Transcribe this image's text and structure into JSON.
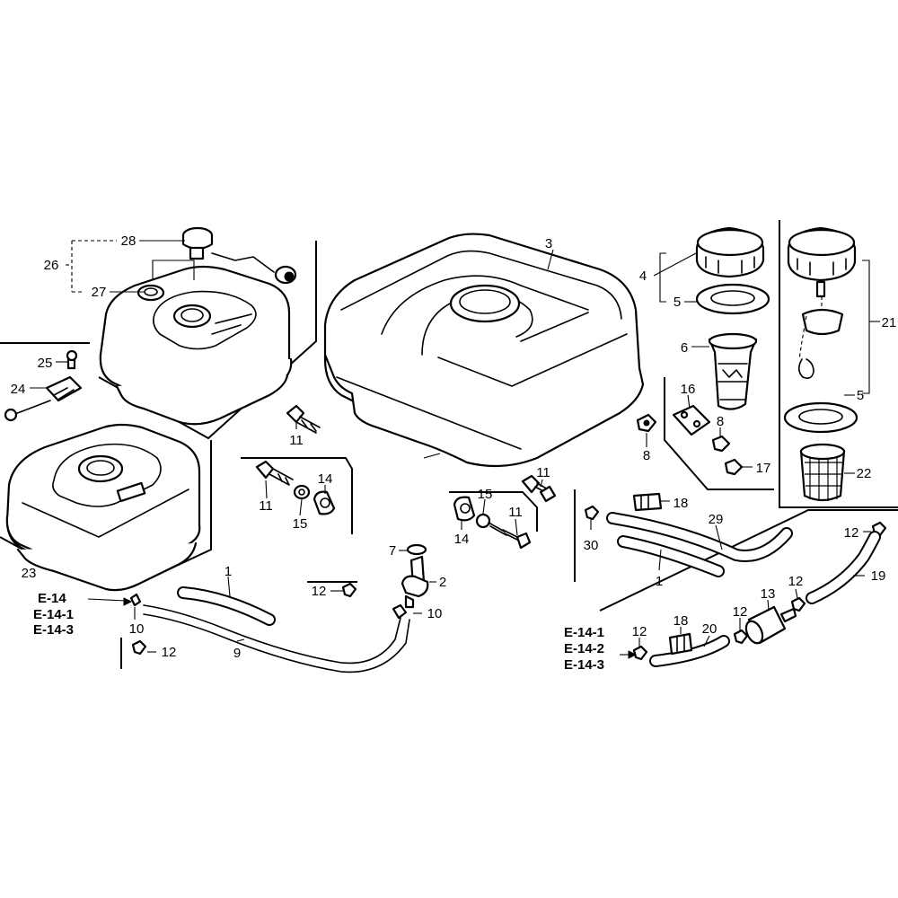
{
  "callouts": {
    "p1a": "1",
    "p1b": "1",
    "p2": "2",
    "p3": "3",
    "p4": "4",
    "p5a": "5",
    "p5b": "5",
    "p6": "6",
    "p7": "7",
    "p8a": "8",
    "p8b": "8",
    "p9": "9",
    "p10a": "10",
    "p10b": "10",
    "p11a": "11",
    "p11b": "11",
    "p11c": "11",
    "p11d": "11",
    "p12a": "12",
    "p12b": "12",
    "p12c": "12",
    "p12d": "12",
    "p12e": "12",
    "p12f": "12",
    "p13": "13",
    "p14a": "14",
    "p14b": "14",
    "p15a": "15",
    "p15b": "15",
    "p16": "16",
    "p17": "17",
    "p18a": "18",
    "p18b": "18",
    "p19": "19",
    "p20": "20",
    "p21": "21",
    "p22": "22",
    "p23": "23",
    "p24": "24",
    "p25": "25",
    "p26": "26",
    "p27": "27",
    "p28": "28",
    "p29": "29",
    "p30": "30"
  },
  "references": {
    "left": [
      "E-14",
      "E-14-1",
      "E-14-3"
    ],
    "right": [
      "E-14-1",
      "E-14-2",
      "E-14-3"
    ]
  },
  "colors": {
    "ink": "#000000",
    "paper": "#ffffff"
  }
}
